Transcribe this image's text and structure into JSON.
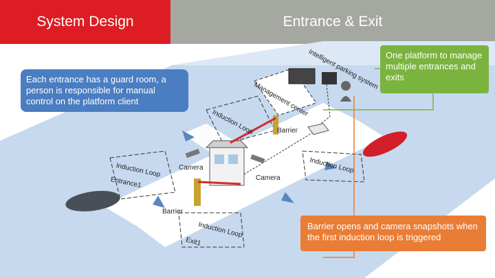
{
  "header": {
    "section_title": "System Design",
    "page_title": "Entrance & Exit"
  },
  "callouts": {
    "guard_room": "Each entrance has a guard room, a person is responsible for manual control on the platform client",
    "one_platform": "One platform to manage multiple entrances and exits",
    "barrier_opens": "Barrier opens and camera snapshots when the first induction loop is triggered"
  },
  "labels": {
    "intelligent_parking_system": "Intelligent parking system",
    "management_center": "Management center",
    "induction_loop": "Induction Loop",
    "barrier": "Barrier",
    "camera": "Camera",
    "entrance1": "Entrance1",
    "exit1": "Exit1"
  },
  "colors": {
    "header_red": "#dd1d23",
    "header_gray": "#a5a8a1",
    "ground_blue": "#c7d9ef",
    "callout_blue": "#4a7dc1",
    "callout_green": "#7ab43e",
    "callout_orange": "#ea7d35"
  }
}
